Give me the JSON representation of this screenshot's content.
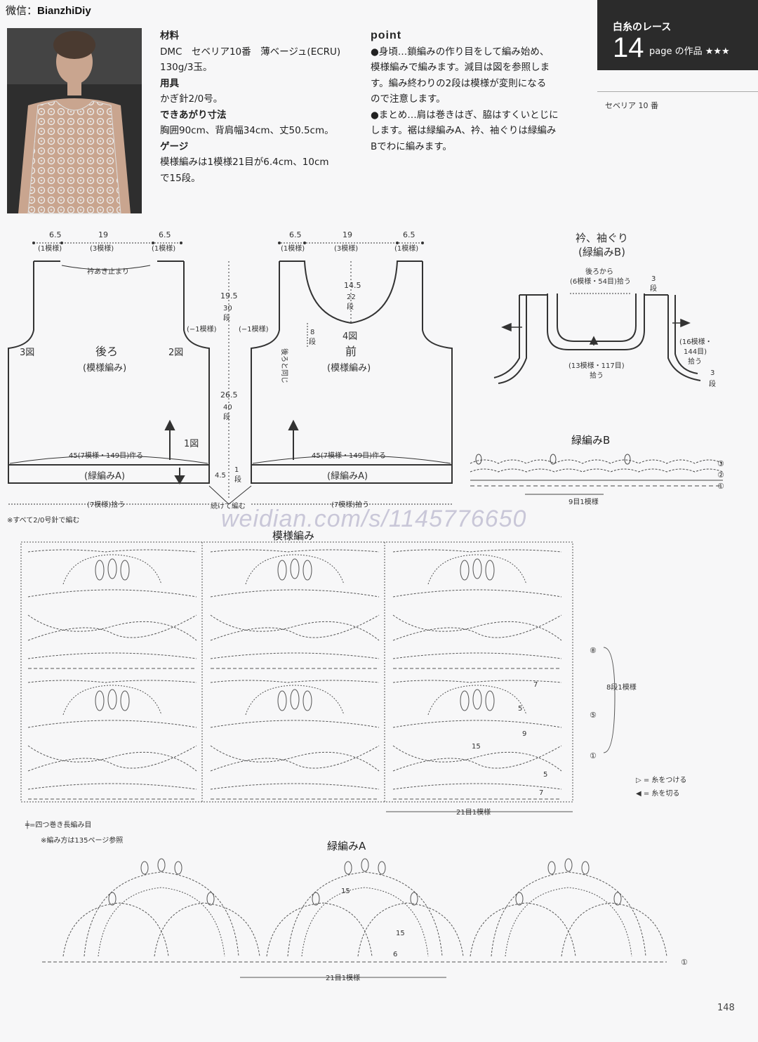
{
  "header": {
    "wechat_label": "微信：",
    "wechat_id": "BianzhiDiy"
  },
  "badge": {
    "series": "白糸のレース",
    "number": "14",
    "page_text": "page の作品 ★★★",
    "yarn": "セベリア 10 番"
  },
  "materials": {
    "h1": "材料",
    "l1": "DMC　セベリア10番　薄ベージュ(ECRU)",
    "l2": "130g/3玉。",
    "h2": "用具",
    "l3": "かぎ針2/0号。",
    "h3": "できあがり寸法",
    "l4": "胸囲90cm、背肩幅34cm、丈50.5cm。",
    "h4": "ゲージ",
    "l5": "模様編みは1模様21目が6.4cm、10cm",
    "l6": "で15段。"
  },
  "point": {
    "h": "point",
    "p1": "●身頃…鎖編みの作り目をして編み始め、",
    "p2": "模様編みで編みます。減目は図を参照しま",
    "p3": "す。編み終わりの2段は模様が変則になる",
    "p4": "ので注意します。",
    "p5": "●まとめ…肩は巻きはぎ、脇はすくいとじに",
    "p6": "します。裾は緑編みA、衿、袖ぐりは緑編み",
    "p7": "Bでわに編みます。"
  },
  "schematic": {
    "dims": {
      "a": "6.5",
      "b": "19",
      "c": "6.5"
    },
    "reps": {
      "a": "(1模様)",
      "b": "(3模様)",
      "c": "(1模様)"
    },
    "neck_stop": "衿あき止まり",
    "back_title": "後ろ",
    "front_title": "前",
    "pattern_sub": "(模様編み)",
    "fig3": "3図",
    "fig2": "2図",
    "fig1": "1図",
    "fig4": "4図",
    "dec": "(−1模様)",
    "h1": "19.5",
    "h1r": "30",
    "h1d": "段",
    "h2": "26.5",
    "h2r": "40",
    "h2d": "段",
    "h3": "4.5",
    "h3r": "1",
    "h3d": "段",
    "fh": "14.5",
    "fhr": "22",
    "fhd": "段",
    "f8": "8",
    "f8d": "段",
    "same_as_back": "後ろと同じ",
    "chain": "45(7模様・149目)作る",
    "edging": "(緑編みA)",
    "pickup": "(7模様)拾う",
    "continue": "続けて編む",
    "all_note": "※すべて2/0号針で編む"
  },
  "neck": {
    "title1": "衿、袖ぐり",
    "title2": "(緑編みB)",
    "from_back": "後ろから",
    "back_pick": "(6模様・54目)拾う",
    "front_pick": "(13模様・117目)",
    "front_pick2": "拾う",
    "arm_pick": "(16模様・",
    "arm_pick2": "144目)",
    "arm_pick3": "拾う",
    "r3": "3",
    "r3d": "段"
  },
  "edgingB": {
    "title": "緑編みB",
    "rep": "9目1模様",
    "row1": "①",
    "row2": "②",
    "row3": "③"
  },
  "main_pattern": {
    "title": "模様編み",
    "rep": "21目1模様",
    "rows": "8段1模様",
    "r8": "⑧",
    "r5": "⑤",
    "r1": "①",
    "n7": "7",
    "n5": "5",
    "n9": "9",
    "n15": "15"
  },
  "legend": {
    "attach": "▷ = 糸をつける",
    "cut": "◀ = 糸を切る",
    "treble": "=四つ巻き長編み目",
    "ref": "※編み方は135ページ参照"
  },
  "edgingA": {
    "title": "緑編みA",
    "rep": "21目1模様",
    "row1": "①",
    "n15": "15",
    "n6": "6"
  },
  "watermark": "weidian.com/s/1145776650",
  "page_number": "148"
}
